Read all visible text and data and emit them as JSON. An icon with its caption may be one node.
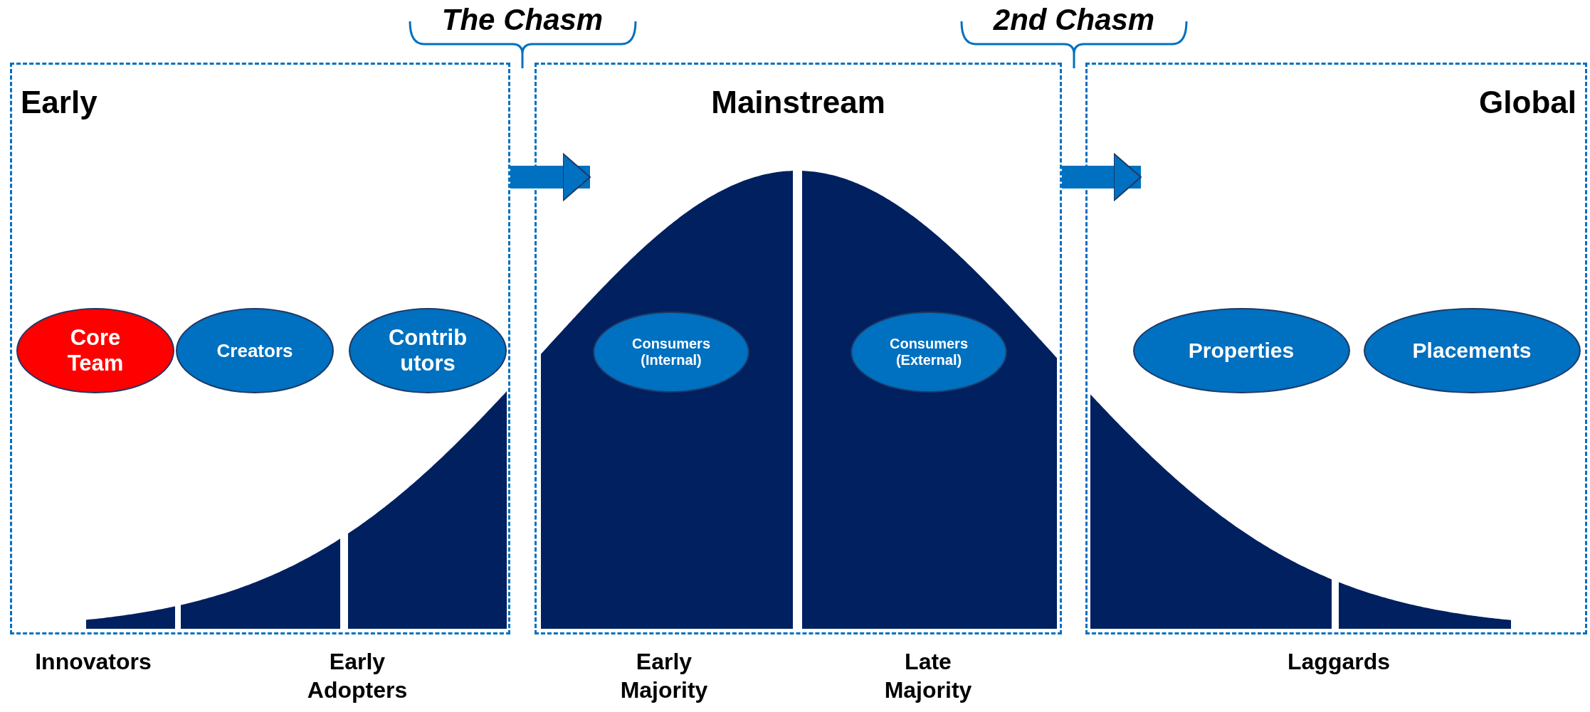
{
  "diagram": {
    "nodes": [
      {
        "text": [
          "Early"
        ]
      },
      {
        "text": [
          "Core Team"
        ],
        "in": 0
      },
      {
        "text": [
          "Creators"
        ],
        "in": 0
      },
      {
        "text": [
          "Contrib utors"
        ],
        "in": 0
      },
      {
        "text": [
          "Mainstream"
        ]
      },
      {
        "text": [
          "Consumers (Internal)"
        ],
        "in": 4
      },
      {
        "text": [
          "Consumers (External)"
        ],
        "in": 4
      },
      {
        "text": [
          "Global"
        ]
      },
      {
        "text": [
          "Properties"
        ],
        "in": 7
      },
      {
        "text": [
          "Placements"
        ],
        "in": 7
      }
    ],
    "edges": [
      {
        "from": 0,
        "to": 4,
        "arrow": "to"
      },
      {
        "from": 4,
        "to": 7,
        "arrow": "to"
      }
    ],
    "labels": [
      "The Chasm",
      "2nd Chasm",
      "Innovators",
      "Early Adopters",
      "Early Majority",
      "Late Majority",
      "Laggards"
    ]
  }
}
